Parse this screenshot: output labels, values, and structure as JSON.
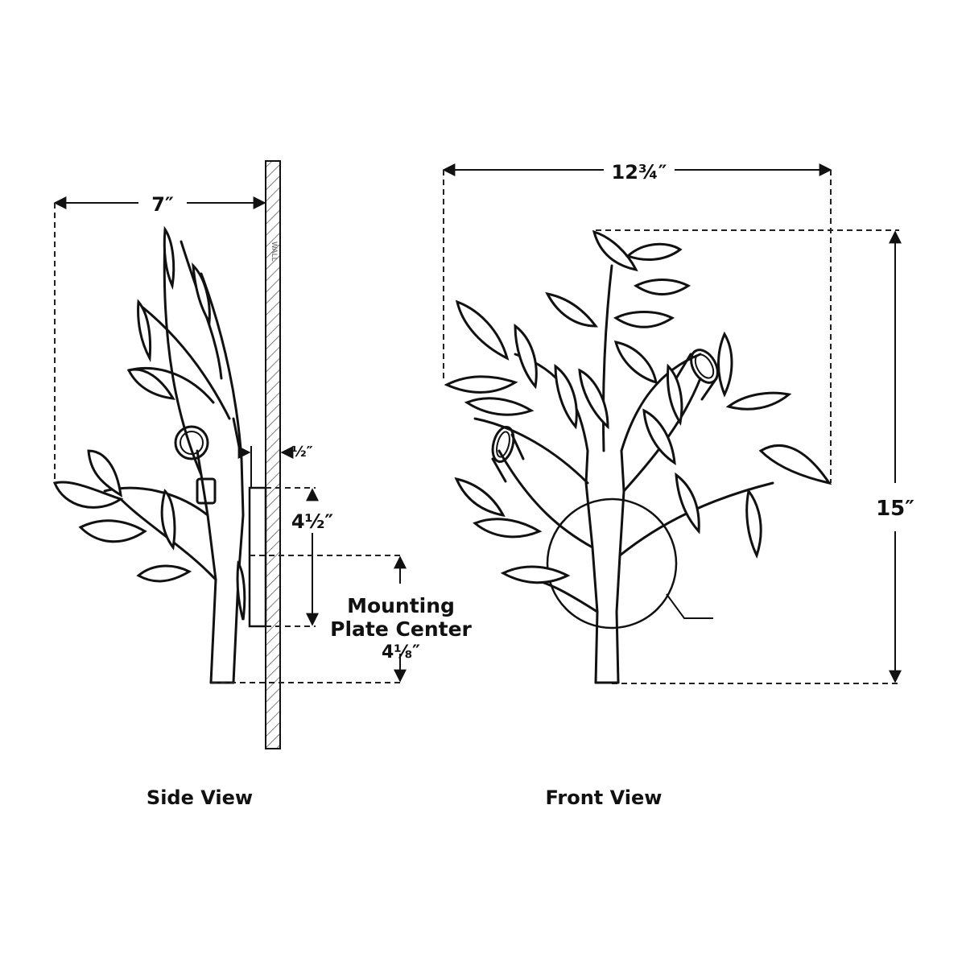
{
  "side_view": {
    "caption": "Side View",
    "depth_label": "7″",
    "wall_label": "WALL",
    "plate_offset_label": "½″",
    "plate_height_label": "4½″",
    "mounting_label_line1": "Mounting",
    "mounting_label_line2": "Plate Center",
    "mounting_value": "4⅛″"
  },
  "front_view": {
    "caption": "Front View",
    "width_label": "12¾″",
    "height_label": "15″"
  }
}
